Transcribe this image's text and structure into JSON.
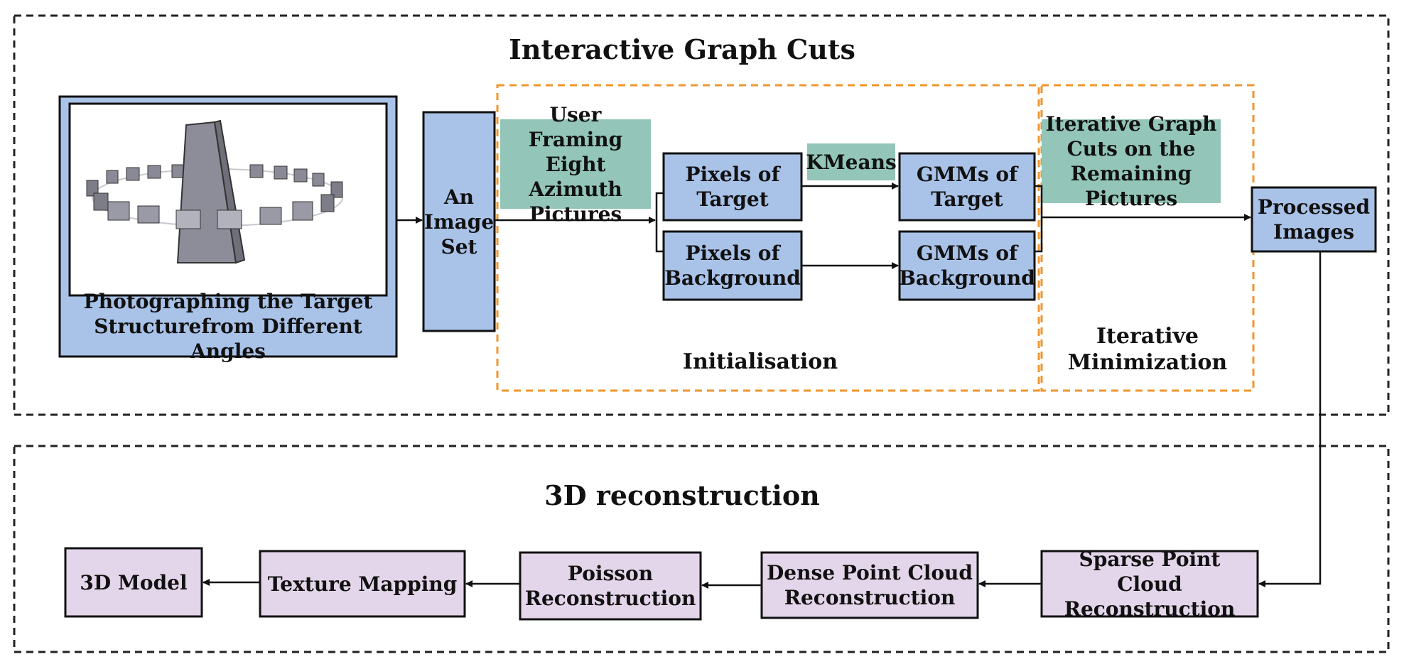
{
  "sections": {
    "graph_cuts_title": "Interactive Graph Cuts",
    "reconstruction_title": "3D reconstruction",
    "initialisation_label": "Initialisation",
    "iterative_min_label": "Iterative\nMinimization"
  },
  "nodes": {
    "photographing": "Photographing the Target\nStructurefrom Different Angles",
    "image_set": "An\nImage\nSet",
    "user_framing": "User Framing\nEight Azimuth\nPictures",
    "pixels_target": "Pixels of\nTarget",
    "pixels_background": "Pixels of\nBackground",
    "kmeans": "KMeans",
    "gmm_target": "GMMs of\nTarget",
    "gmm_background": "GMMs of\nBackground",
    "iterative_graph_cuts": "Iterative Graph\nCuts on the\nRemaining Pictures",
    "processed_images": "Processed\nImages",
    "sparse": "Sparse Point Cloud\nReconstruction",
    "dense": "Dense Point Cloud\nReconstruction",
    "poisson": "Poisson\nReconstruction",
    "texture": "Texture Mapping",
    "model": "3D Model"
  },
  "colors": {
    "blue_box": "#a9c2e8",
    "purple_box": "#e4d6ea",
    "teal_label": "#93c6b8",
    "orange_dash": "#f0962e",
    "frame_dash": "#222222"
  }
}
